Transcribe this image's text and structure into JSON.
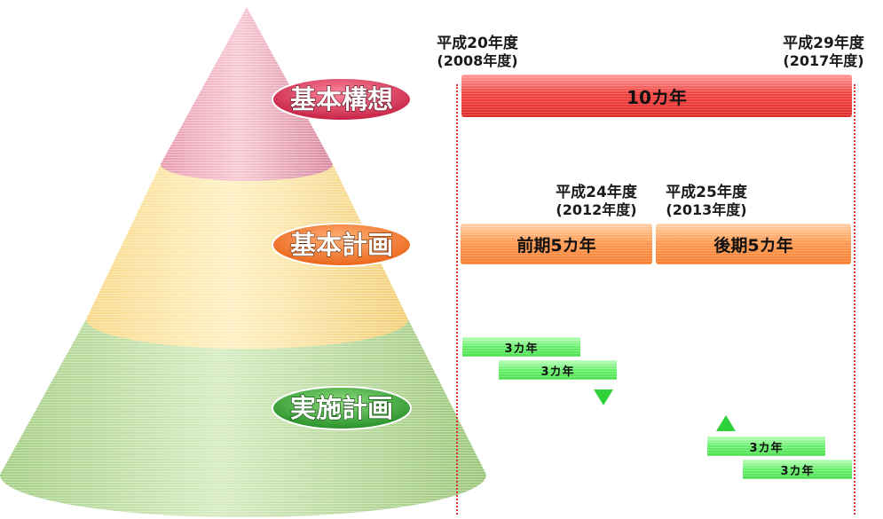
{
  "pyramid": {
    "levels": [
      {
        "label": "基本構想"
      },
      {
        "label": "基本計画"
      },
      {
        "label": "実施計画"
      }
    ]
  },
  "dates": {
    "start": {
      "era": "平成20年度",
      "western": "(2008年度)"
    },
    "end": {
      "era": "平成29年度",
      "western": "(2017年度)"
    },
    "mid_first": {
      "era": "平成24年度",
      "western": "(2012年度)"
    },
    "mid_second": {
      "era": "平成25年度",
      "western": "(2013年度)"
    }
  },
  "bars": {
    "vision": "10カ年",
    "plan_first": "前期5カ年",
    "plan_second": "後期5カ年",
    "impl_1": "3カ年",
    "impl_2": "3カ年",
    "impl_3": "3カ年",
    "impl_4": "3カ年"
  },
  "colors": {
    "pink": "#e8a0b4",
    "yellow": "#fde9a4",
    "green": "#a9d38a",
    "badge_red": "#c81e3c",
    "badge_orange": "#f06a18",
    "badge_green": "#2f9a2a",
    "guide": "#e03030"
  }
}
